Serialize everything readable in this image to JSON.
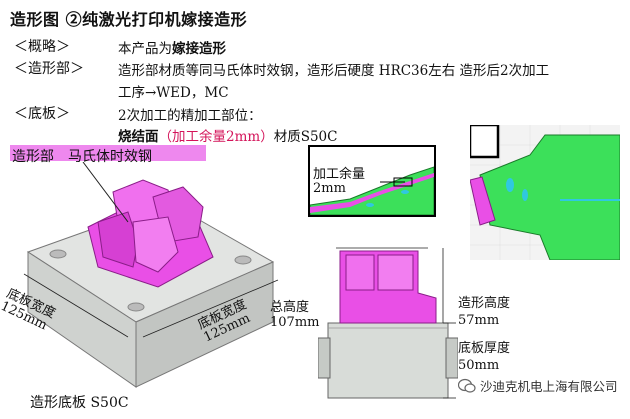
{
  "title": "造形图 ②纯激光打印机嫁接造形",
  "rows": [
    {
      "label": "＜概略＞",
      "text_a": "本产品为",
      "text_b": "嫁接造形"
    },
    {
      "label": "＜造形部＞",
      "text": "造形部材质等同马氏体时效钢，造形后硬度 HRC36左右 造形后2次加工",
      "text2": "工序→WED，MC"
    },
    {
      "label": "＜底板＞",
      "text": "2次加工的精加工部位：",
      "t_a": "烧结面",
      "t_b": "（加工余量2mm）",
      "t_c": "材质S50C"
    }
  ],
  "highlight_label": "造形部　马氏体时效钢",
  "left_figure": {
    "width_label_1": "底板宽度",
    "width_value_1": "125mm",
    "width_label_2": "底板宽度",
    "width_value_2": "125mm",
    "base_label": "造形底板 S50C"
  },
  "inset": {
    "label_1": "加工余量",
    "label_2": "2mm"
  },
  "right_figure": {
    "total_height_label": "总高度",
    "total_height_value": "107mm",
    "part_height_label": "造形高度",
    "part_height_value": "57mm",
    "base_thickness_label": "底板厚度",
    "base_thickness_value": "50mm"
  },
  "watermark": "沙迪克机电上海有限公司",
  "colors": {
    "magenta": "#e94fe6",
    "green": "#3ce05a",
    "gray": "#d8dcd8"
  }
}
